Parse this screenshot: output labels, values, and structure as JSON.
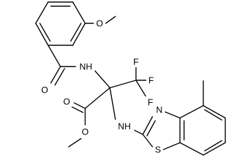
{
  "molecule": {
    "atoms": {
      "methoxy_o": "O",
      "methoxy_c": "",
      "amide_o": "O",
      "amide_nh": "NH",
      "f1": "F",
      "f2": "F",
      "f3": "F",
      "ester_o_carbonyl": "O",
      "ester_o_single": "O",
      "amine_nh": "NH",
      "thiazole_n": "N",
      "thiazole_s": "S"
    }
  }
}
